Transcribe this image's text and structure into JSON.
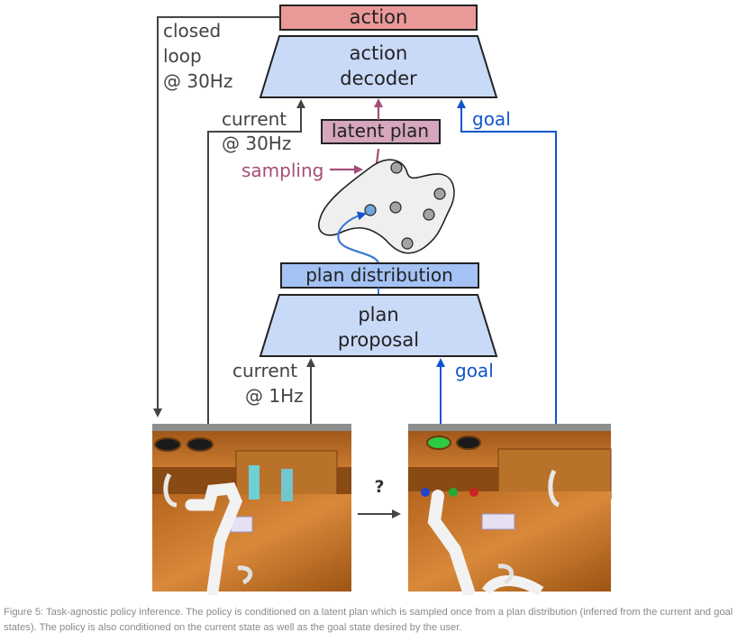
{
  "diagram": {
    "action_label": "action",
    "action_decoder_line1": "action",
    "action_decoder_line2": "decoder",
    "latent_plan_label": "latent plan",
    "sampling_label": "sampling",
    "plan_distribution_label": "plan distribution",
    "plan_proposal_line1": "plan",
    "plan_proposal_line2": "proposal",
    "closed_loop_line1": "closed",
    "closed_loop_line2": "loop",
    "closed_loop_line3": "@ 30Hz",
    "current_top_line1": "current",
    "current_top_line2": "@ 30Hz",
    "goal_top_label": "goal",
    "current_bottom_line1": "current",
    "current_bottom_line2": "@ 1Hz",
    "goal_bottom_label": "goal",
    "question_mark": "?",
    "colors": {
      "action": "#ea9999",
      "latent_plan": "#d5a6bd",
      "decoder": "#c9daf8",
      "plan_distribution": "#a4c2f4",
      "goal_arrow": "#1155cc",
      "sampling": "#a64d79",
      "dark": "#444444"
    }
  },
  "caption": {
    "line1": "Figure 5: Task-agnostic policy inference. The policy is conditioned on a latent plan which is sampled once from a plan distribution (inferred from the",
    "line2": "current and goal states). The policy is also conditioned on the current state as well as the goal state desired by the user."
  }
}
